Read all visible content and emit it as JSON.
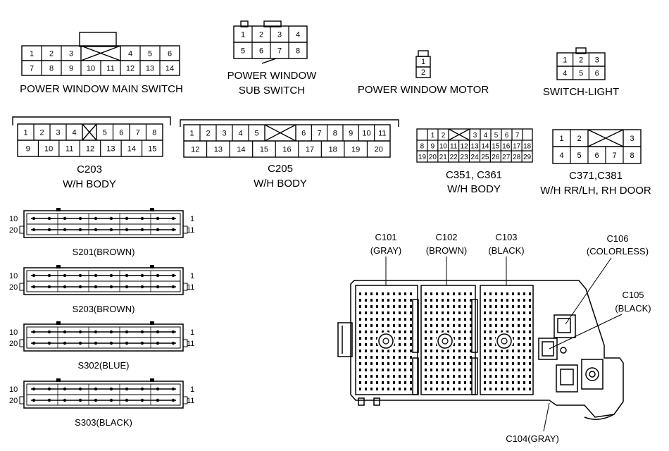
{
  "connectors": {
    "pwms": {
      "label": "POWER WINDOW MAIN SWITCH",
      "row1_left": [
        "1",
        "2",
        "3"
      ],
      "row1_right": [
        "4",
        "5",
        "6"
      ],
      "row2": [
        "7",
        "8",
        "9",
        "10",
        "11",
        "12",
        "13",
        "14"
      ]
    },
    "pwss": {
      "label_line1": "POWER WINDOW",
      "label_line2": "SUB SWITCH",
      "row1": [
        "1",
        "2",
        "3",
        "4"
      ],
      "row2": [
        "5",
        "6",
        "7",
        "8"
      ]
    },
    "pwm": {
      "label": "POWER WINDOW MOTOR",
      "pins": [
        "1",
        "2"
      ]
    },
    "sl": {
      "label": "SWITCH-LIGHT",
      "row1": [
        "1",
        "2",
        "3"
      ],
      "row2": [
        "4",
        "5",
        "6"
      ]
    },
    "c203": {
      "label_line1": "C203",
      "label_line2": "W/H BODY",
      "row1_left": [
        "1",
        "2",
        "3",
        "4"
      ],
      "row1_right": [
        "5",
        "6",
        "7",
        "8"
      ],
      "row2": [
        "9",
        "10",
        "11",
        "12",
        "13",
        "14",
        "15"
      ]
    },
    "c205": {
      "label_line1": "C205",
      "label_line2": "W/H BODY",
      "row1_left": [
        "1",
        "2",
        "3",
        "4",
        "5"
      ],
      "row1_right": [
        "6",
        "7",
        "8",
        "9",
        "10",
        "11"
      ],
      "row2": [
        "12",
        "13",
        "14",
        "15",
        "16",
        "17",
        "18",
        "19",
        "20"
      ]
    },
    "c351": {
      "label_line1": "C351, C361",
      "label_line2": "W/H BODY",
      "row1_left": [
        "1",
        "2"
      ],
      "row1_right": [
        "3",
        "4",
        "5",
        "6",
        "7"
      ],
      "row2": [
        "8",
        "9",
        "10",
        "11",
        "12",
        "13",
        "14",
        "15",
        "16",
        "17",
        "18"
      ],
      "row3": [
        "19",
        "20",
        "21",
        "22",
        "23",
        "24",
        "25",
        "26",
        "27",
        "28",
        "29"
      ]
    },
    "c371": {
      "label_line1": "C371,C381",
      "label_line2": "W/H RR/LH, RH DOOR",
      "row1_left": [
        "1",
        "2"
      ],
      "row1_right": [
        "3"
      ],
      "row2": [
        "4",
        "5",
        "6",
        "7",
        "8"
      ]
    }
  },
  "splices": [
    {
      "label": "S201(BROWN)",
      "pin_top_left": "10",
      "pin_bottom_left": "20",
      "pin_top_right": "1",
      "pin_bottom_right": "11"
    },
    {
      "label": "S203(BROWN)",
      "pin_top_left": "10",
      "pin_bottom_left": "20",
      "pin_top_right": "1",
      "pin_bottom_right": "11"
    },
    {
      "label": "S302(BLUE)",
      "pin_top_left": "10",
      "pin_bottom_left": "20",
      "pin_top_right": "1",
      "pin_bottom_right": "11"
    },
    {
      "label": "S303(BLACK)",
      "pin_top_left": "10",
      "pin_bottom_left": "20",
      "pin_top_right": "1",
      "pin_bottom_right": "11"
    }
  ],
  "junction_box": {
    "c101": {
      "name": "C101",
      "color": "(GRAY)"
    },
    "c102": {
      "name": "C102",
      "color": "(BROWN)"
    },
    "c103": {
      "name": "C103",
      "color": "(BLACK)"
    },
    "c106": {
      "name": "C106",
      "color": "(COLORLESS)"
    },
    "c105": {
      "name": "C105",
      "color": "(BLACK)"
    },
    "c104": {
      "label": "C104(GRAY)"
    }
  }
}
